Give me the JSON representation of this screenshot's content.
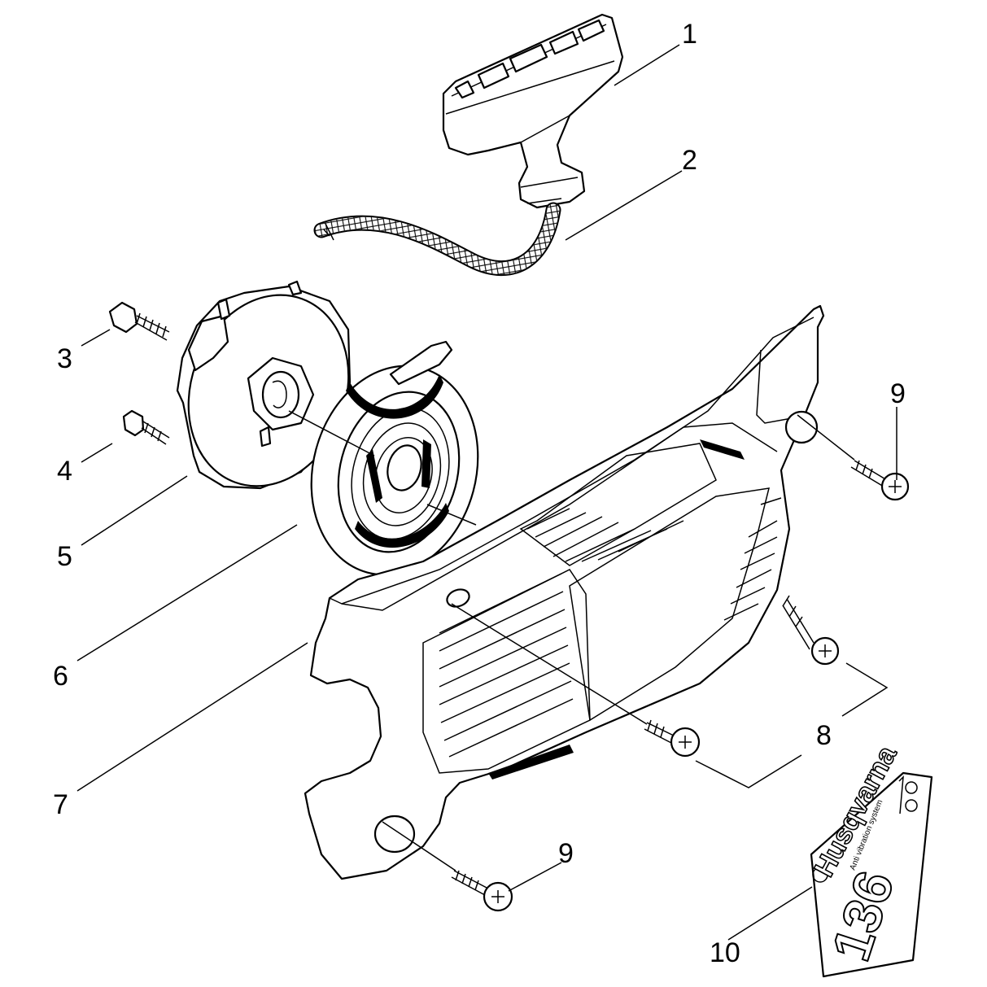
{
  "diagram": {
    "callouts": [
      {
        "id": "1",
        "label": "1"
      },
      {
        "id": "2",
        "label": "2"
      },
      {
        "id": "3",
        "label": "3"
      },
      {
        "id": "4",
        "label": "4"
      },
      {
        "id": "5",
        "label": "5"
      },
      {
        "id": "6",
        "label": "6"
      },
      {
        "id": "7",
        "label": "7"
      },
      {
        "id": "8",
        "label": "8"
      },
      {
        "id": "9a",
        "label": "9"
      },
      {
        "id": "9b",
        "label": "9"
      },
      {
        "id": "10",
        "label": "10"
      }
    ],
    "decal": {
      "brand": "Husqvarna",
      "subtext": "Anti vibration system",
      "model": "136"
    }
  }
}
